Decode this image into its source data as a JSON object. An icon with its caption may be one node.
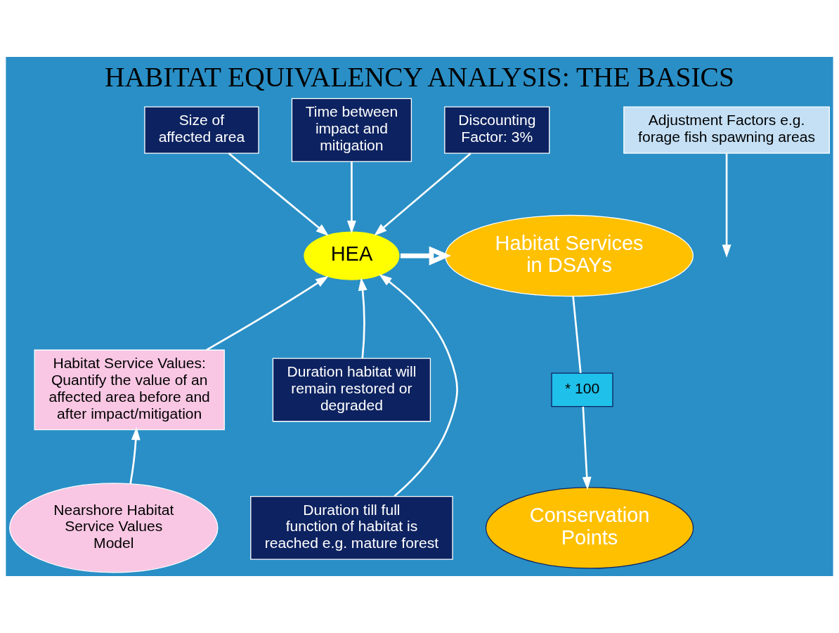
{
  "diagram": {
    "title": "HABITAT EQUIVALENCY ANALYSIS: THE BASICS",
    "nodes": [
      {
        "text": [
          "Size of affected area"
        ]
      },
      {
        "text": [
          "Time between impact and mitigation"
        ]
      },
      {
        "text": [
          "Discounting Factor: 3%"
        ]
      },
      {
        "text": [
          "Adjustment Factors e.g. forage fish spawning areas"
        ]
      },
      {
        "text": [
          "HEA"
        ]
      },
      {
        "text": [
          "Habitat Services in DSAYs"
        ]
      },
      {
        "text": [
          "Habitat Service Values: Quantify the value of an affected area before and after impact/mitigation"
        ]
      },
      {
        "text": [
          "Duration habitat will remain restored or degraded"
        ]
      },
      {
        "text": [
          "* 100"
        ]
      },
      {
        "text": [
          "Nearshore Habitat Service Values Model"
        ]
      },
      {
        "text": [
          "Duration till full function of habitat is reached e.g. mature forest"
        ]
      },
      {
        "text": [
          "Conservation Points"
        ]
      }
    ],
    "edges": [
      {
        "from": 0,
        "to": 4,
        "arrow": "to"
      },
      {
        "from": 1,
        "to": 4,
        "arrow": "to"
      },
      {
        "from": 2,
        "to": 4,
        "arrow": "to"
      },
      {
        "from": 6,
        "to": 4,
        "arrow": "to"
      },
      {
        "from": 10,
        "to": 4,
        "arrow": "to"
      },
      {
        "from": 7,
        "to": 4,
        "arrow": "to"
      },
      {
        "from": 9,
        "to": 6,
        "arrow": "to"
      },
      {
        "from": 4,
        "to": 5,
        "arrow": "to",
        "style": "thick"
      },
      {
        "from": 3,
        "to": null,
        "arrow": "to"
      },
      {
        "from": 5,
        "to": 8,
        "arrow": "none"
      },
      {
        "from": 8,
        "to": 11,
        "arrow": "to"
      }
    ]
  }
}
